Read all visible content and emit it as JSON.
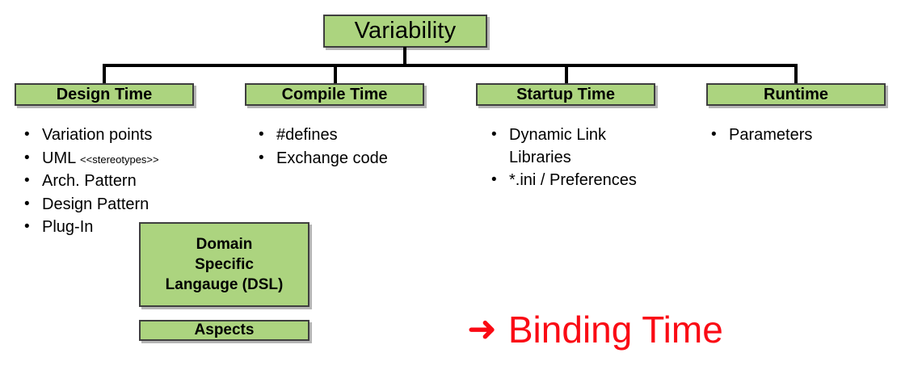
{
  "diagram": {
    "root": {
      "label": "Variability"
    },
    "phases": [
      {
        "id": "design-time",
        "label": "Design Time",
        "items": [
          {
            "text": "Variation points",
            "note": ""
          },
          {
            "text": "UML ",
            "note": "<<stereotypes>>"
          },
          {
            "text": "Arch. Pattern",
            "note": ""
          },
          {
            "text": "Design Pattern",
            "note": ""
          },
          {
            "text": "Plug-In",
            "note": ""
          }
        ]
      },
      {
        "id": "compile-time",
        "label": "Compile Time",
        "items": [
          {
            "text": "#defines",
            "note": ""
          },
          {
            "text": "Exchange code",
            "note": ""
          }
        ]
      },
      {
        "id": "startup-time",
        "label": "Startup Time",
        "items": [
          {
            "text": "Dynamic Link Libraries",
            "note": ""
          },
          {
            "text": "*.ini / Preferences",
            "note": ""
          }
        ]
      },
      {
        "id": "runtime",
        "label": "Runtime",
        "items": [
          {
            "text": "Parameters",
            "note": ""
          }
        ]
      }
    ],
    "extra_boxes": [
      {
        "id": "dsl",
        "lines": [
          "Domain",
          "Specific",
          "Langauge (DSL)"
        ]
      },
      {
        "id": "aspects",
        "lines": [
          "Aspects"
        ]
      }
    ],
    "callout": {
      "arrow_icon": "right-arrow-icon",
      "arrow_glyph": "➜",
      "text": "Binding Time"
    },
    "bullet_glyph": "•",
    "colors": {
      "box_fill": "#ACD47F",
      "box_border": "#3F3F3F",
      "line": "#000000",
      "callout": "#FA0A14",
      "text": "#000000"
    }
  }
}
